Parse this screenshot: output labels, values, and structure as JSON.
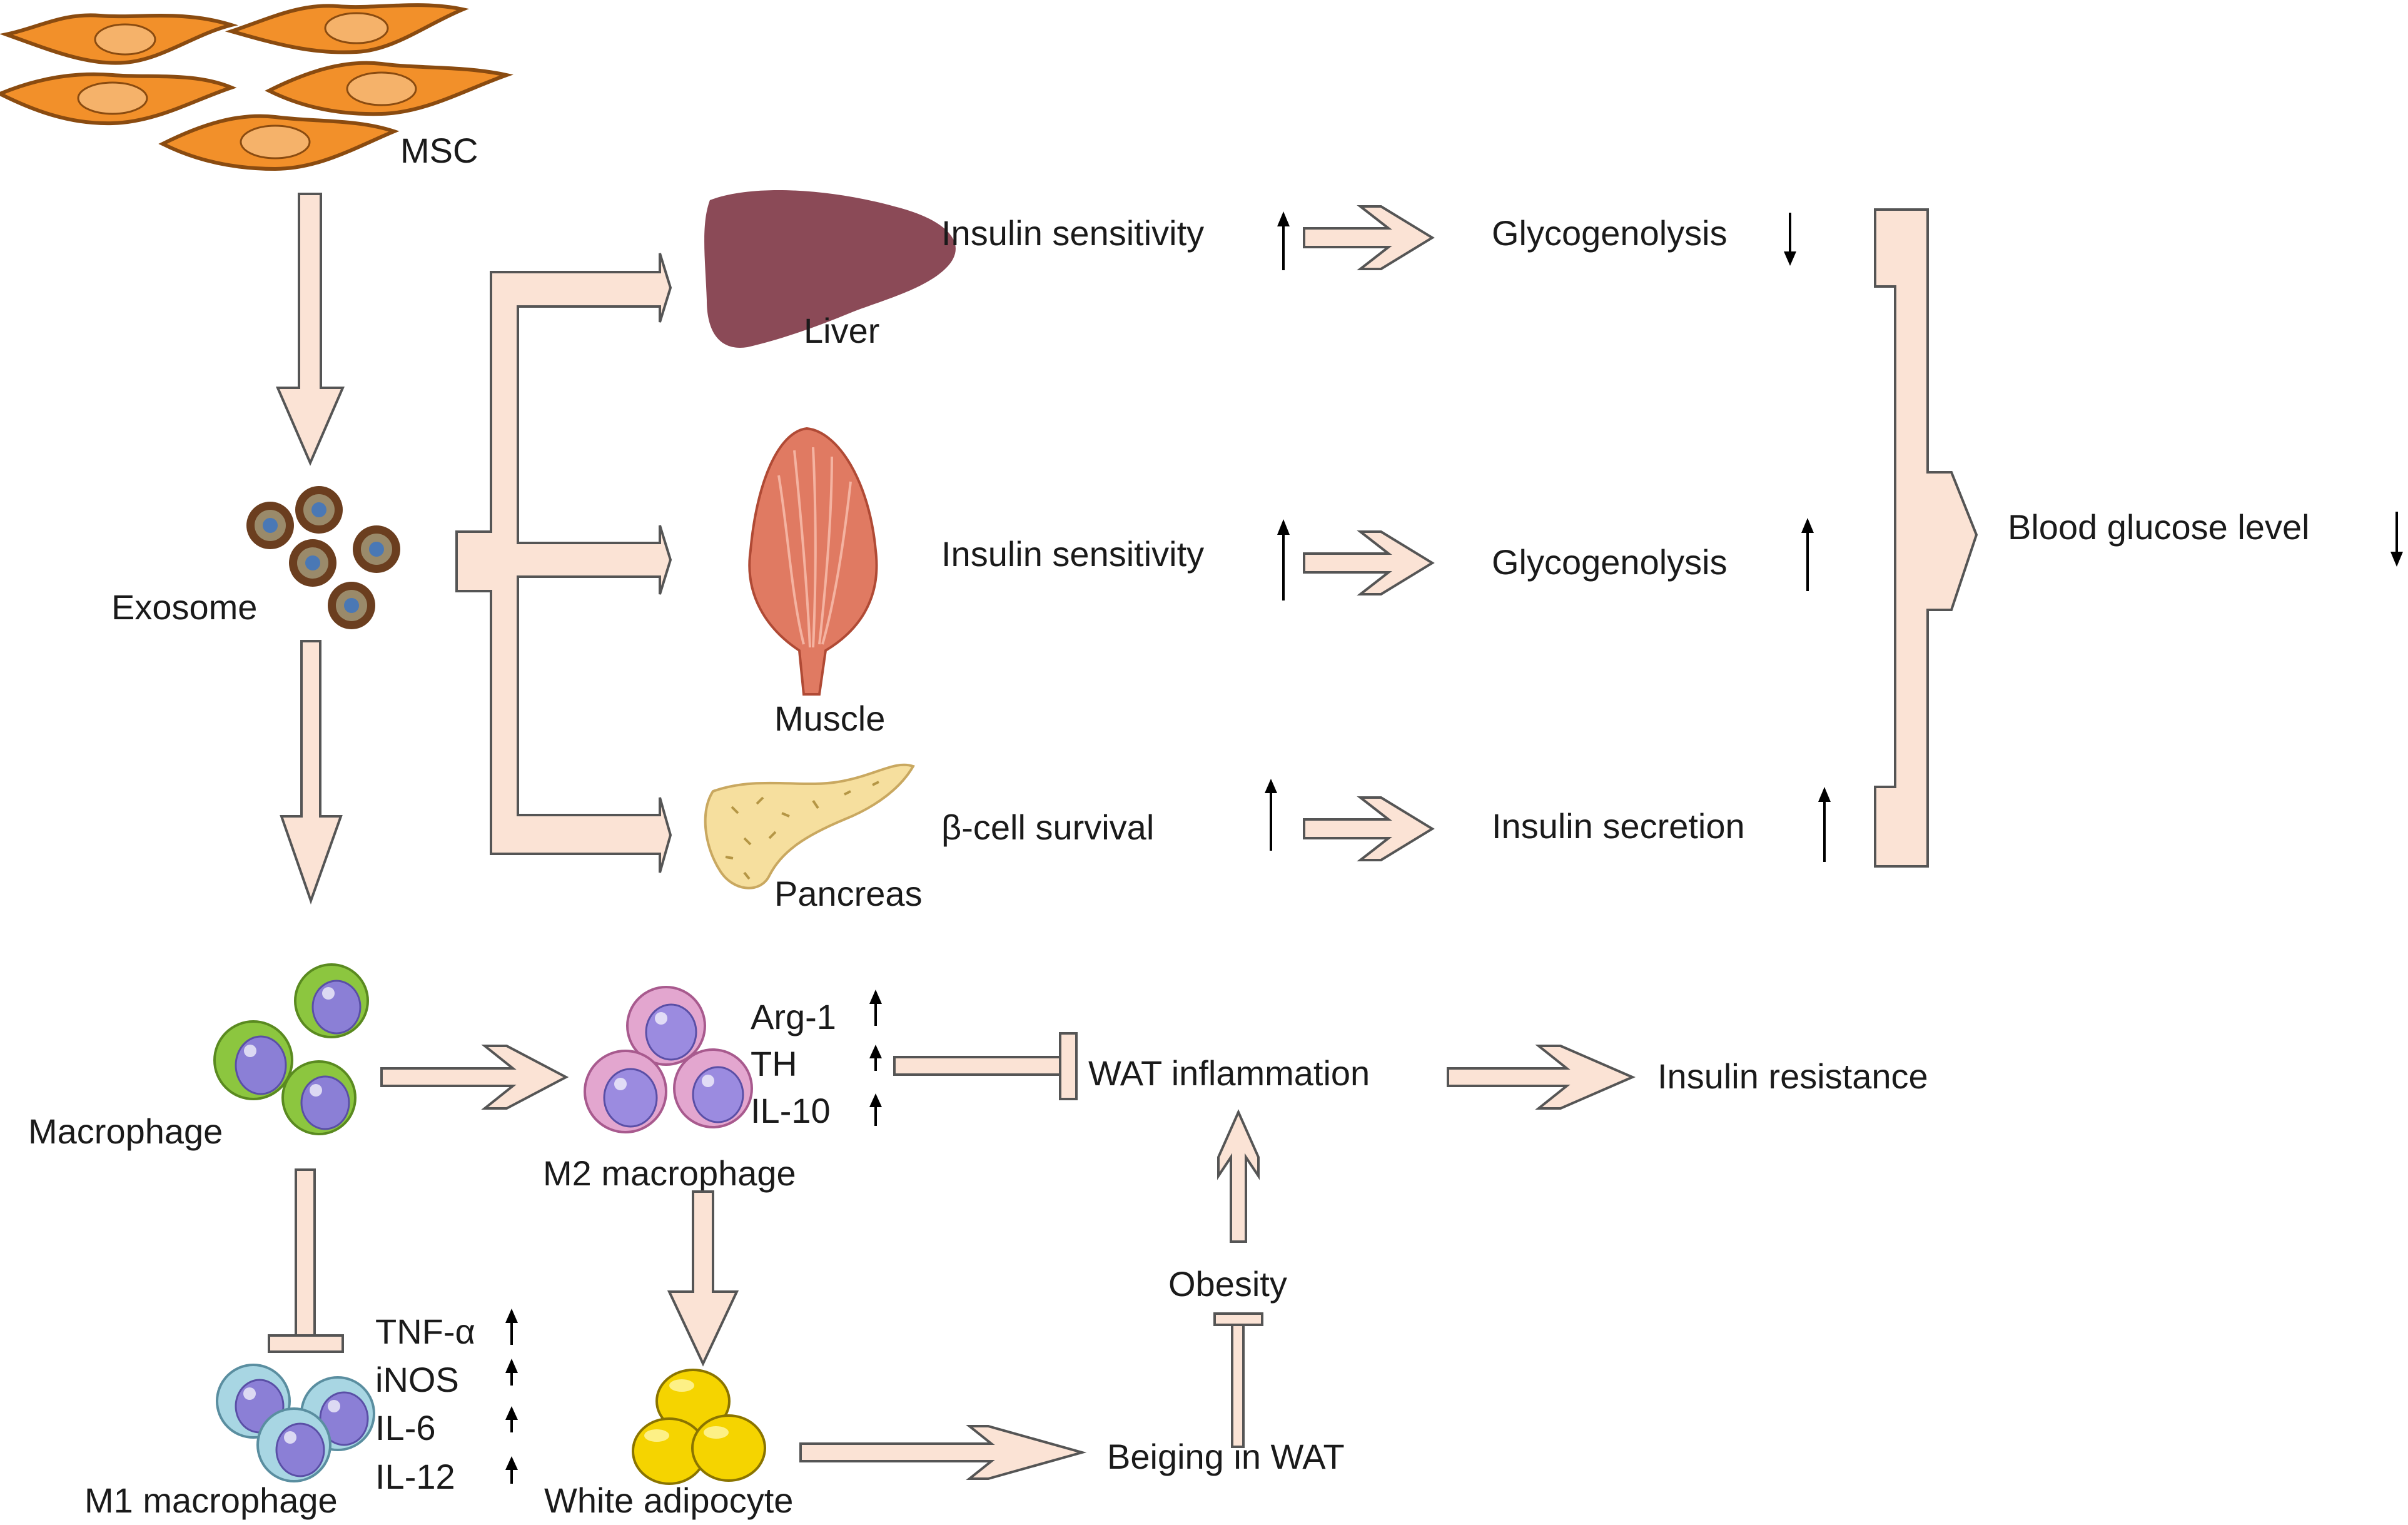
{
  "labels": {
    "msc": "MSC",
    "exosome": "Exosome",
    "liver": "Liver",
    "muscle": "Muscle",
    "pancreas": "Pancreas",
    "macrophage": "Macrophage",
    "m1_macrophage": "M1 macrophage",
    "m2_macrophage": "M2 macrophage",
    "white_adipocyte": "White adipocyte",
    "beiging": "Beiging in WAT",
    "obesity": "Obesity",
    "wat_inflammation": "WAT inflammation",
    "insulin_resistance": "Insulin resistance",
    "blood_glucose": "Blood glucose level"
  },
  "effects": {
    "liver_effect": "Insulin sensitivity",
    "liver_result": "Glycogenolysis",
    "muscle_effect": "Insulin sensitivity",
    "muscle_result": "Glycogenolysis",
    "pancreas_effect": "β-cell survival",
    "pancreas_result": "Insulin secretion"
  },
  "m2_markers": [
    "Arg-1",
    "TH",
    "IL-10"
  ],
  "m1_markers": [
    "TNF-α",
    "iNOS",
    "IL-6",
    "IL-12"
  ],
  "colors": {
    "arrow_fill": "#fbe3d5",
    "arrow_stroke": "#555555",
    "liver": "#8b4a57",
    "muscle": "#e07a62",
    "pancreas": "#f6df9e",
    "exosome": "#6b3e1f",
    "msc": "#f2902a",
    "macrophage_green": "#8cc63f",
    "macrophage_nucleus": "#8b7fd6",
    "m2_pink": "#e3a6cf",
    "m1_blue": "#a8d6e3",
    "adipocyte": "#f5d400"
  }
}
